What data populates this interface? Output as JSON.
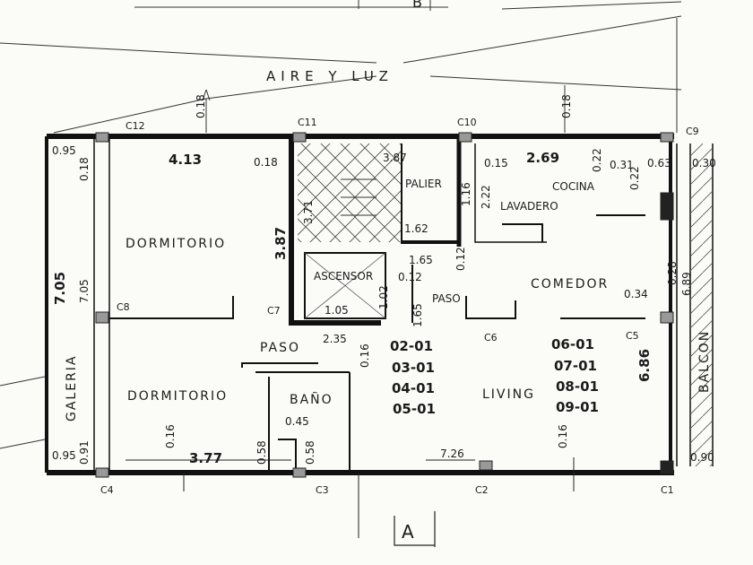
{
  "header": {
    "top_letter": "B",
    "aire_luz": "AIRE   Y   LUZ"
  },
  "columns": {
    "c1": "C1",
    "c2": "C2",
    "c3": "C3",
    "c4": "C4",
    "c5": "C5",
    "c6": "C6",
    "c7": "C7",
    "c8": "C8",
    "c9": "C9",
    "c10": "C10",
    "c11": "C11",
    "c12": "C12"
  },
  "rooms": {
    "dormitorio_top": "DORMITORIO",
    "dormitorio_bottom": "DORMITORIO",
    "galeria": "GALERIA",
    "balcon": "BALCON",
    "palier": "PALIER",
    "ascensor": "ASCENSOR",
    "cocina": "COCINA",
    "lavadero": "LAVADERO",
    "comedor": "COMEDOR",
    "living": "LIVING",
    "paso_center": "PASO",
    "paso_right": "PASO",
    "bano": "BAÑO"
  },
  "units": {
    "left": [
      "02-01",
      "03-01",
      "04-01",
      "05-01"
    ],
    "right": [
      "06-01",
      "07-01",
      "08-01",
      "09-01"
    ]
  },
  "dims": {
    "d_0_95_top": "0.95",
    "d_0_18_left": "0.18",
    "d_4_13": "4.13",
    "d_0_18_a": "0.18",
    "d_3_87_v": "3.87",
    "d_3_71": "3.71",
    "d_3_87_h": "3.87",
    "d_1_62": "1.62",
    "d_0_15": "0.15",
    "d_2_69": "2.69",
    "d_2_22": "2.22",
    "d_1_65_h": "1.65",
    "d_0_12_a": "0.12",
    "d_0_12_b": "0.12",
    "d_1_65_v": "1.65",
    "d_1_02": "1.02",
    "d_1_05": "1.05",
    "d_2_35": "2.35",
    "d_0_16_mid": "0.16",
    "d_0_22": "0.22",
    "d_0_31": "0.31",
    "d_0_22b": "0.22",
    "d_0_63": "0.63",
    "d_0_30": "0.30",
    "d_0_34": "0.34",
    "d_6_89": "6.89",
    "d_0_28": "0.28",
    "d_6_86": "6.86",
    "d_0_16_right": "0.16",
    "d_0_90": "0.90",
    "d_7_05": "7.05",
    "d_7_05_left": "7.05",
    "d_0_95_bottom": "0.95",
    "d_0_91": "0.91",
    "d_0_16_left": "0.16",
    "d_3_77": "3.77",
    "d_0_58_a": "0.58",
    "d_0_45": "0.45",
    "d_0_58_b": "0.58",
    "d_7_26": "7.26",
    "d_0_18_top_right": "0.18",
    "d_0_18_top_left": "0.18",
    "d_1_16": "1.16"
  },
  "footer": {
    "bottom_letter": "A"
  }
}
